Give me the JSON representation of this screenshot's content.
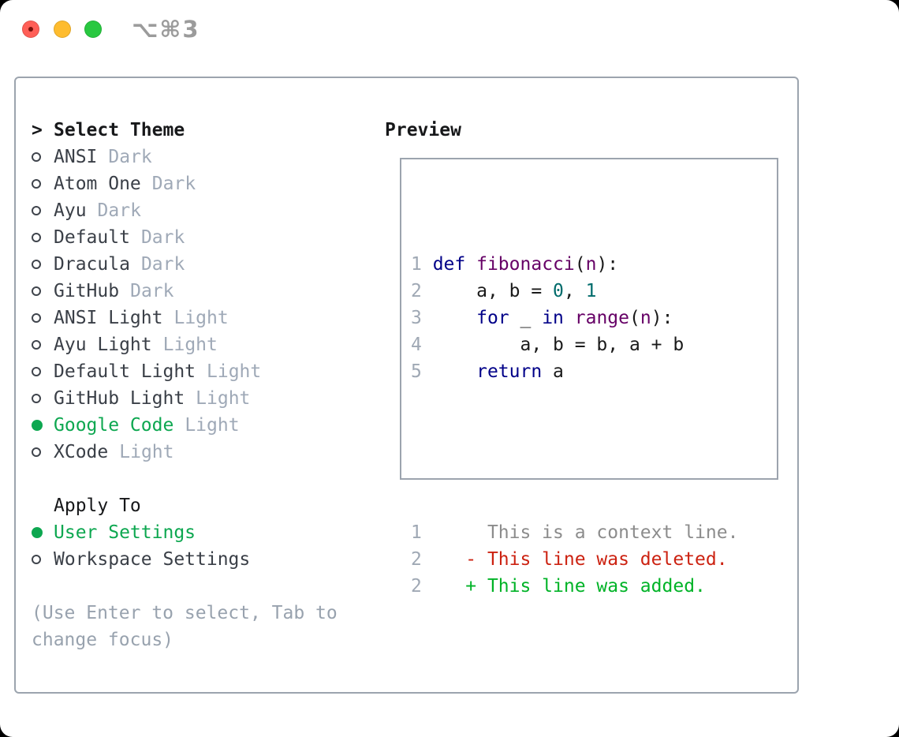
{
  "window": {
    "title": "⌥⌘3",
    "traffic_lights": [
      "close",
      "minimize",
      "zoom"
    ]
  },
  "theme_picker": {
    "cursor": ">",
    "title": "Select Theme",
    "themes": [
      {
        "name": "ANSI",
        "badge": "Dark",
        "selected": false
      },
      {
        "name": "Atom One",
        "badge": "Dark",
        "selected": false
      },
      {
        "name": "Ayu",
        "badge": "Dark",
        "selected": false
      },
      {
        "name": "Default",
        "badge": "Dark",
        "selected": false
      },
      {
        "name": "Dracula",
        "badge": "Dark",
        "selected": false
      },
      {
        "name": "GitHub",
        "badge": "Dark",
        "selected": false
      },
      {
        "name": "ANSI Light",
        "badge": "Light",
        "selected": false
      },
      {
        "name": "Ayu Light",
        "badge": "Light",
        "selected": false
      },
      {
        "name": "Default Light",
        "badge": "Light",
        "selected": false
      },
      {
        "name": "GitHub Light",
        "badge": "Light",
        "selected": false
      },
      {
        "name": "Google Code",
        "badge": "Light",
        "selected": true
      },
      {
        "name": "XCode",
        "badge": "Light",
        "selected": false
      }
    ],
    "apply_to": {
      "title": "Apply To",
      "options": [
        {
          "name": "User Settings",
          "selected": true
        },
        {
          "name": "Workspace Settings",
          "selected": false
        }
      ]
    },
    "hint": "(Use Enter to select, Tab to change focus)"
  },
  "preview": {
    "title": "Preview",
    "code_lines": [
      {
        "num": "1",
        "tokens": [
          {
            "c": "kw",
            "t": "def"
          },
          {
            "c": "pln",
            "t": " "
          },
          {
            "c": "fn",
            "t": "fibonacci"
          },
          {
            "c": "pun",
            "t": "("
          },
          {
            "c": "fn",
            "t": "n"
          },
          {
            "c": "pun",
            "t": "):"
          }
        ]
      },
      {
        "num": "2",
        "tokens": [
          {
            "c": "pln",
            "t": "    a, b = "
          },
          {
            "c": "lit",
            "t": "0"
          },
          {
            "c": "pln",
            "t": ", "
          },
          {
            "c": "lit",
            "t": "1"
          }
        ]
      },
      {
        "num": "3",
        "tokens": [
          {
            "c": "pln",
            "t": "    "
          },
          {
            "c": "kw",
            "t": "for"
          },
          {
            "c": "pln",
            "t": " _ "
          },
          {
            "c": "kw",
            "t": "in"
          },
          {
            "c": "pln",
            "t": " "
          },
          {
            "c": "fn",
            "t": "range"
          },
          {
            "c": "pun",
            "t": "("
          },
          {
            "c": "fn",
            "t": "n"
          },
          {
            "c": "pun",
            "t": "):"
          }
        ]
      },
      {
        "num": "4",
        "tokens": [
          {
            "c": "pln",
            "t": "        a, b = b, a + b"
          }
        ]
      },
      {
        "num": "5",
        "tokens": [
          {
            "c": "pln",
            "t": "    "
          },
          {
            "c": "kw",
            "t": "return"
          },
          {
            "c": "pln",
            "t": " a"
          }
        ]
      }
    ],
    "diff_lines": [
      {
        "num": "1",
        "text": "     This is a context line.",
        "type": "ctx"
      },
      {
        "num": "2",
        "text": "   - This line was deleted.",
        "type": "del"
      },
      {
        "num": "2",
        "text": "   + This line was added.",
        "type": "add"
      }
    ]
  },
  "colors": {
    "selection_green": "#0da750",
    "border_gray": "#9ca4ae",
    "badge_gray": "#9fa9b7",
    "hint_gray": "#98a2ae",
    "keyword_blue": "#000088",
    "function_purple": "#660066",
    "literal_teal": "#006b6b",
    "diff_deleted_red": "#cc2211",
    "diff_added_green": "#00b327",
    "traffic_red": "#ff5f57",
    "traffic_yellow": "#febc2e",
    "traffic_green": "#28c840"
  }
}
